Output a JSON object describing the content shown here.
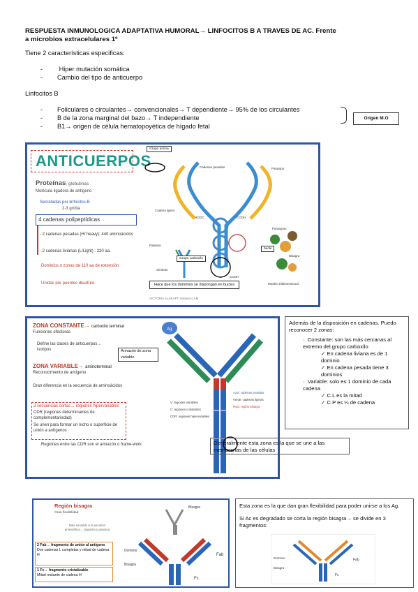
{
  "header": {
    "title_line1": "RESPUESTA INMUNOLOGICA ADAPTATIVA HUMORAL→ LINFOCITOS B A TRAVES DE AC. Frente",
    "title_line2": "a microbios extracelulares 1º"
  },
  "intro": {
    "caracteristicas": "Tiene 2 características especificas:",
    "items": [
      "Hiper mutación somática",
      "Cambio del tipo de anticuerpo"
    ]
  },
  "linfocitos": {
    "heading": "Linfocitos B",
    "items": [
      "Foliculares o circulantes→ convencionales→ T dependiente→ 95% de los circulantes",
      "B de la zona marginal del bazo→ T independiente",
      "B1→ origen de célula hematopoyética de hígado fetal"
    ],
    "origen_box": "Origen M.O"
  },
  "slide1": {
    "title": "ANTICUERPOS",
    "proteinas": "Proteínas",
    "globulinas": ", globulinas",
    "molecula": "Molécula ligadora de antígeno",
    "secretadas": "Secretadas por linfocitos B.",
    "dosis": "2-3 gr/día",
    "cadenas": "4 cadenas polipeptídicas",
    "pesadas": "- 2 cadenas pesadas (H/ heavy): 440 aminoácidos",
    "livianas": "- 2 cadenas livianas (L/Light) : 220 aa.",
    "dominios": "Dominios o zonas de 110 aa de extensión",
    "unidas": "Unidas por puentes disulfuro",
    "grupo_amina": "Grupo amina",
    "grupo_carboxilo": "Grupo carboxilo",
    "bucle": "bucle",
    "nota_bucles": "Hace que los dominios se dispongan en bucles",
    "labels": {
      "cadenas_pesadas": "Cadenas pesadas",
      "paratopo": "Paratopo",
      "cadena_ligera": "Cadena ligera",
      "paratopos": "Paratopos",
      "bisagra": "Bisagra",
      "papaina": "Papaina",
      "simbolo": "Símbolo",
      "modelo": "Modelo tridimensional",
      "hooc": "HOOC",
      "cooh": "COOH"
    },
    "footer": "VICTORIA ALARAFT    Instituto CAM"
  },
  "slide2": {
    "zona_constante": "ZONA CONSTANTE→",
    "carboxilo_terminal": "carboxilo terminal",
    "funciones": "Funciones efectoras",
    "define": "Define las clases de anticuerpos→ isotipos",
    "zona_variable": "ZONA VARIABLE→",
    "aminoterminal": "aminoterminal",
    "reconocimiento": "Reconocimiento de antígeno",
    "gran_diferencia": "Gran diferencia en la secuencia de aminoácidos",
    "secuencias": "3 secuencias cortas→ regiones hipervariables",
    "cdr": "CDR (regiones determinantes de complementariedad)",
    "se_unen": "Se unen para formar un nicho o superficie de unión a antígenos",
    "regiones_entre": "Regiones entre las CDR son el armazón o frame-work",
    "armazon": "Armazón de zona variable",
    "ag": "Ag",
    "legend_v": "V: regiones variables",
    "legend_c": "C: regiones constantes",
    "legend_cdr": "CDR: regiones hipervariables",
    "azul": "Azul: cadenas pesadas",
    "verde": "Verde: cadenas ligeras",
    "rojo": "Rojo: región bisagra"
  },
  "note_right": {
    "intro": "Además de la disposición en cadenas. Puedo reconocer 2 zonas:",
    "constante": "Constante: son las más cercanas al extremo del grupo carboxilo",
    "c_liviana": "En cadena liviana es de 1 dominio",
    "c_pesada": "En cadena pesada tiene 3 dominios",
    "variable": "Variable: solo es 1 dominio de cada cadena",
    "cl": "C.L es la mitad",
    "cp": "C.P es ¼ de cadena"
  },
  "note_bottom": "Generalmente esta zona es la que se une a las membranas de las células",
  "slide3": {
    "title": "Región bisagra",
    "flexibilidad": "Gran flexibilidad",
    "sensible": "Más sensible a la escisión proteolítica→ papaína y pepsina",
    "fab": "2 Fab→ fragmento de unión al antígeno",
    "fab_detail": "Dos cadenas L completas y mitad de cadena H",
    "fc": "1 Fc→ fragmento cristalizable",
    "fc_detail": "Mitad restante de cadena H",
    "bisagra": "Bisagra",
    "dominio": "Dominio",
    "fab_label": "Fab",
    "fc_label": "Fc"
  },
  "note_region": {
    "p1": "Esta zona es la que dan gran flexibilidad para poder unirse a los Ag.",
    "p2": "Si Ac es degradado se corta la región bisagra→ se divide en 3 fragmentos:"
  },
  "colors": {
    "slide_border": "#2d55a4",
    "heavy_chain": "#2a66b8",
    "light_chain": "#2e8b57",
    "hinge": "#c0392b",
    "title_teal": "#1a9a8a"
  }
}
